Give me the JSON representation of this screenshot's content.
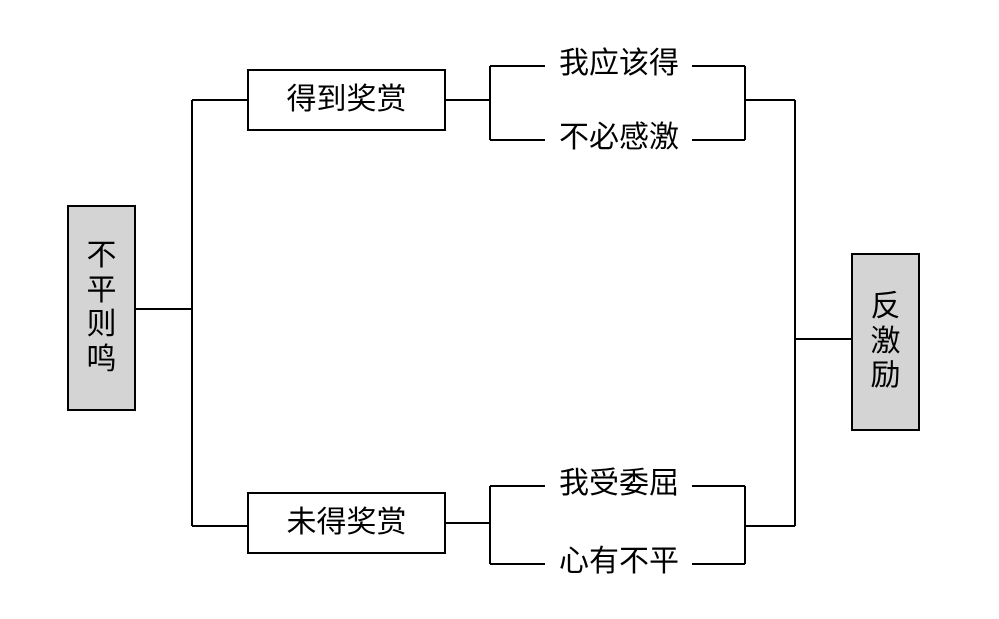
{
  "root": {
    "chars": [
      "不",
      "平",
      "则",
      "鸣"
    ]
  },
  "branches": {
    "top": {
      "label": "得到奖赏",
      "sub": [
        "我应该得",
        "不必感激"
      ]
    },
    "bottom": {
      "label": "未得奖赏",
      "sub": [
        "我受委屈",
        "心有不平"
      ]
    }
  },
  "result": {
    "chars": [
      "反",
      "激",
      "励"
    ]
  }
}
